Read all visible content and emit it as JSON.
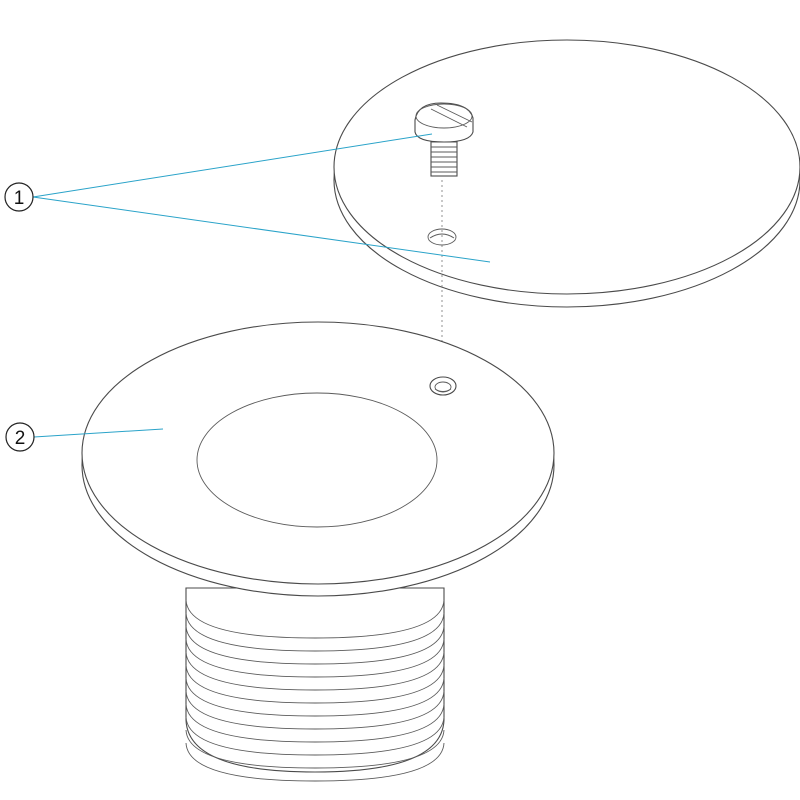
{
  "colors": {
    "leader": "#2aa3c9",
    "outline": "#4a4a4a",
    "background": "#ffffff"
  },
  "callouts": [
    {
      "number": "1",
      "part": "screw-and-cover"
    },
    {
      "number": "2",
      "part": "threaded-fitting-flange"
    }
  ]
}
